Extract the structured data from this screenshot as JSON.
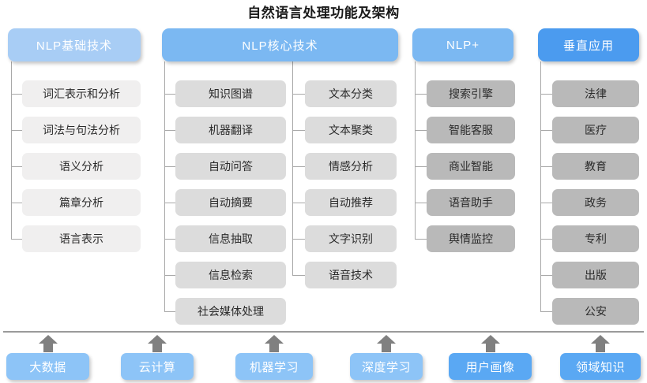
{
  "title": "自然语言处理功能及架构",
  "colors": {
    "header_light": "#a8cdf5",
    "header_mid": "#7bb8f2",
    "header_strong": "#4b9bef",
    "leaf_light": "#f0efef",
    "leaf_mid": "#dcdcdc",
    "leaf_dark": "#b9b9b9",
    "connector": "#a8a8a8",
    "arrow": "#808080",
    "divider": "#9a9a9a",
    "base_light": "#8dc4f7",
    "base_strong": "#5aa8f3",
    "title_text": "#1a1a1a",
    "leaf_text": "#2b2b2b",
    "header_text": "#ffffff"
  },
  "categories": [
    {
      "id": "nlp-basic",
      "label": "NLP基础技术",
      "header_tone": "header_light",
      "leaf_tone": "tone-a",
      "columns": [
        {
          "items": [
            "词汇表示和分析",
            "词法与句法分析",
            "语义分析",
            "篇章分析",
            "语言表示"
          ]
        }
      ]
    },
    {
      "id": "nlp-core",
      "label": "NLP核心技术",
      "header_tone": "header_mid",
      "leaf_tone": "tone-b",
      "columns": [
        {
          "items": [
            "知识图谱",
            "机器翻译",
            "自动问答",
            "自动摘要",
            "信息抽取",
            "信息检索",
            "社会媒体处理"
          ]
        },
        {
          "items": [
            "文本分类",
            "文本聚类",
            "情感分析",
            "自动推荐",
            "文字识别",
            "语音技术"
          ]
        }
      ]
    },
    {
      "id": "nlp-plus",
      "label": "NLP+",
      "header_tone": "header_mid",
      "leaf_tone": "tone-c",
      "columns": [
        {
          "items": [
            "搜索引擎",
            "智能客服",
            "商业智能",
            "语音助手",
            "舆情监控"
          ]
        }
      ]
    },
    {
      "id": "vertical-apps",
      "label": "垂直应用",
      "header_tone": "header_strong",
      "leaf_tone": "tone-c",
      "columns": [
        {
          "items": [
            "法律",
            "医疗",
            "教育",
            "政务",
            "专利",
            "出版",
            "公安"
          ]
        }
      ]
    }
  ],
  "foundation": {
    "items": [
      {
        "label": "大数据",
        "tone": "base_light"
      },
      {
        "label": "云计算",
        "tone": "base_light"
      },
      {
        "label": "机器学习",
        "tone": "base_light"
      },
      {
        "label": "深度学习",
        "tone": "base_light"
      },
      {
        "label": "用户画像",
        "tone": "base_strong"
      },
      {
        "label": "领域知识",
        "tone": "base_strong"
      }
    ]
  }
}
